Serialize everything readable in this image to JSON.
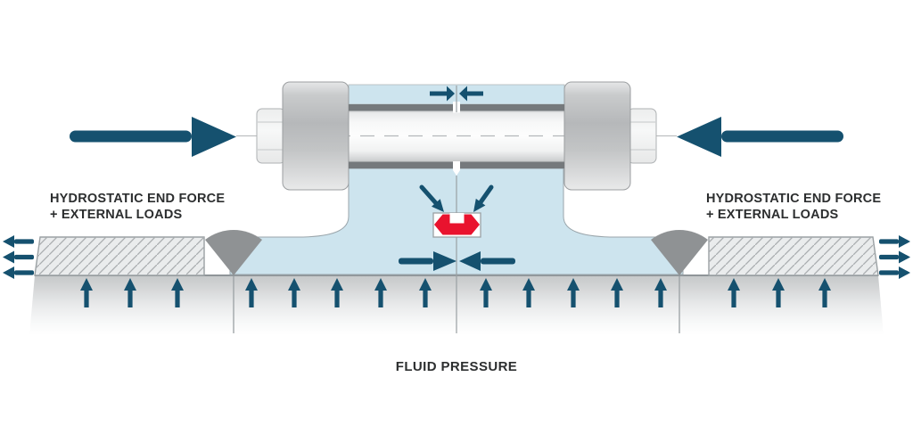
{
  "labels": {
    "left_force": {
      "line1": "HYDROSTATIC END FORCE",
      "line2": "+ EXTERNAL LOADS"
    },
    "right_force": {
      "line1": "HYDROSTATIC END FORCE",
      "line2": "+ EXTERNAL LOADS"
    },
    "fluid_pressure": "FLUID PRESSURE"
  },
  "colors": {
    "arrow": "#15516f",
    "fluid": "#cde4ee",
    "steel-bar": "#75797c",
    "weld": "#8f9294",
    "seal-red": "#e9132e",
    "outline": "#9aa0a3",
    "hatch-line": "#a9adb0",
    "band-line": "#8f9598",
    "label-text": "#2c2e2f"
  },
  "icons": {
    "left-end-force-arrow": "large solid arrow pointing right toward coupling",
    "right-end-force-arrow": "large solid arrow pointing left toward coupling",
    "gap-closing-arrows": "small pair of arrows converging on flange gap",
    "seal-load-arrows": "two diagonal arrows pressing down on seal ring",
    "radial-compression-arrows": "two horizontal arrows converging below seal",
    "fluid-pressure-up-arrow": "upward arrow along pipe bore (16 repeated)",
    "external-load-arrow-left": "small arrow pointing left at pipe end (3 repeated)",
    "external-load-arrow-right": "small arrow pointing right at pipe end (3 repeated)",
    "weld-fillet": "gray weld fan joining pipe wall to hub",
    "seal-ring": "red hexagonal seal cross-section with notch"
  }
}
